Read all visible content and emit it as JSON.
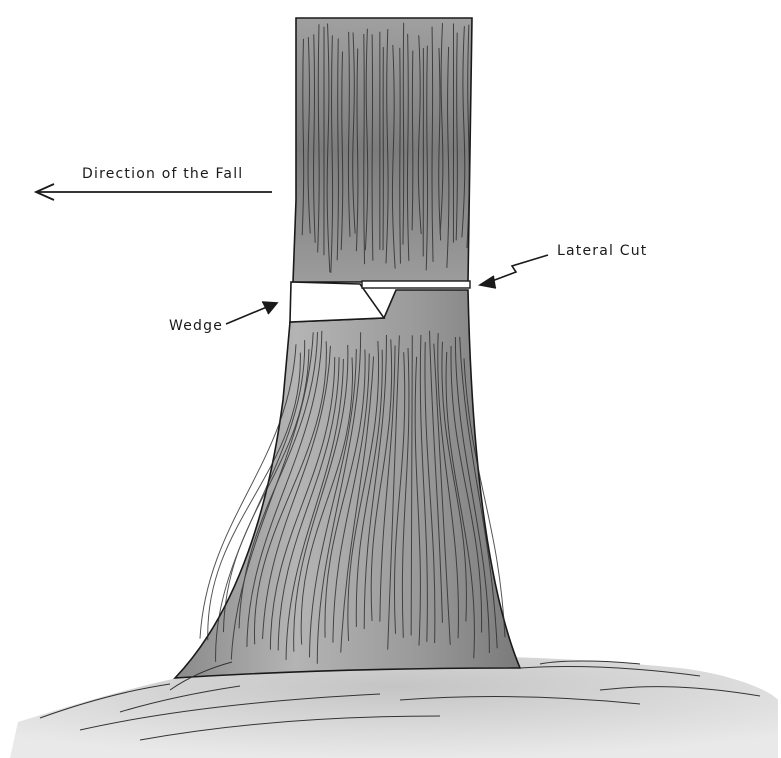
{
  "labels": {
    "direction": "Direction of the Fall",
    "lateral_cut": "Lateral Cut",
    "wedge": "Wedge"
  },
  "colors": {
    "ink": "#1a1a1a",
    "shade_dark": "#6e6e6e",
    "shade_mid": "#a9a9a9",
    "shade_light": "#d6d6d6",
    "background": "#ffffff"
  }
}
